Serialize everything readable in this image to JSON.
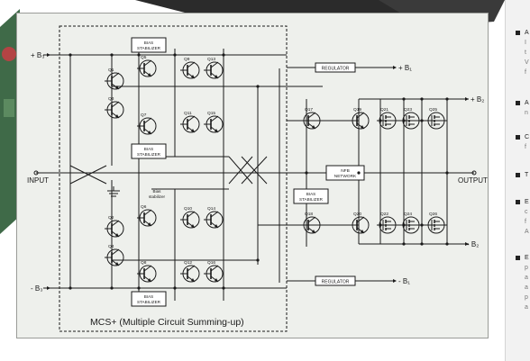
{
  "diagram": {
    "supplies": {
      "b3_pos": "+ B₃",
      "b3_neg": "- B₃",
      "b1_pos": "+ B₁",
      "b1_neg": "- B₁",
      "b2_pos": "+ B₂",
      "b2_neg": "- B₂"
    },
    "io": {
      "input": "INPUT",
      "output": "OUTPUT"
    },
    "blocks": {
      "bias_top_left": [
        "BIAS",
        "STABILIZER"
      ],
      "bias_mid_left": [
        "BIAS",
        "STABILIZER"
      ],
      "bias_center": [
        "Bias",
        "stabilizer"
      ],
      "bias_bot_left": [
        "BIAS",
        "STABILIZER"
      ],
      "bias_right": [
        "BIAS",
        "STABILIZER"
      ],
      "regulator_top": "REGULATOR",
      "regulator_bot": "REGULATOR",
      "nfb": [
        "NFB",
        "NETWORK"
      ]
    },
    "transistors": [
      "Q1",
      "Q3",
      "Q5",
      "Q7",
      "Q9",
      "Q11",
      "Q13",
      "Q15",
      "Q17",
      "Q19",
      "Q21",
      "Q23",
      "Q25",
      "Q2",
      "Q4",
      "Q6",
      "Q8",
      "Q10",
      "Q12",
      "Q14",
      "Q16",
      "Q18",
      "Q20",
      "Q22",
      "Q24",
      "Q26"
    ],
    "mcs_label": "MCS+ (Multiple Circuit Summing-up)"
  },
  "sidebar": {
    "glyphs": [
      "A",
      "I",
      "t",
      "V",
      "f",
      "A",
      "n",
      "C",
      "f",
      "T",
      "E",
      "c",
      "f",
      "A",
      "E",
      "p",
      "a",
      "a",
      "p",
      "a"
    ]
  },
  "colors": {
    "panel": "#eef0ec",
    "line": "#1a1a1a",
    "background_device": "#2a2a2a"
  }
}
